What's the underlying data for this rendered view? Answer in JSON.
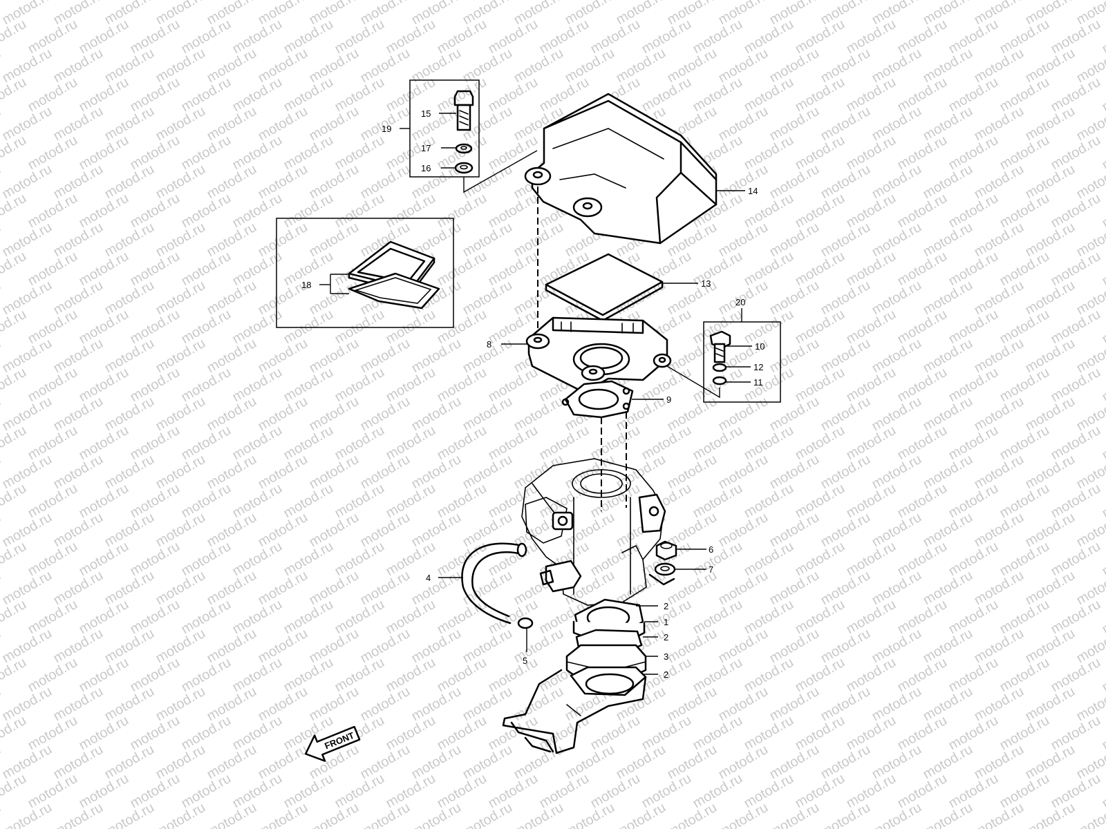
{
  "watermark": "motod.ru",
  "callouts": {
    "c1": "1",
    "c2a": "2",
    "c2b": "2",
    "c2c": "2",
    "c3": "3",
    "c4": "4",
    "c5": "5",
    "c6": "6",
    "c7": "7",
    "c8": "8",
    "c9": "9",
    "c10": "10",
    "c11": "11",
    "c12": "12",
    "c13": "13",
    "c14": "14",
    "c15": "15",
    "c16": "16",
    "c17": "17",
    "c18": "18",
    "c19": "19",
    "c20": "20"
  },
  "front_arrow": {
    "text": "FRONT"
  },
  "icon": "front-arrow-icon"
}
